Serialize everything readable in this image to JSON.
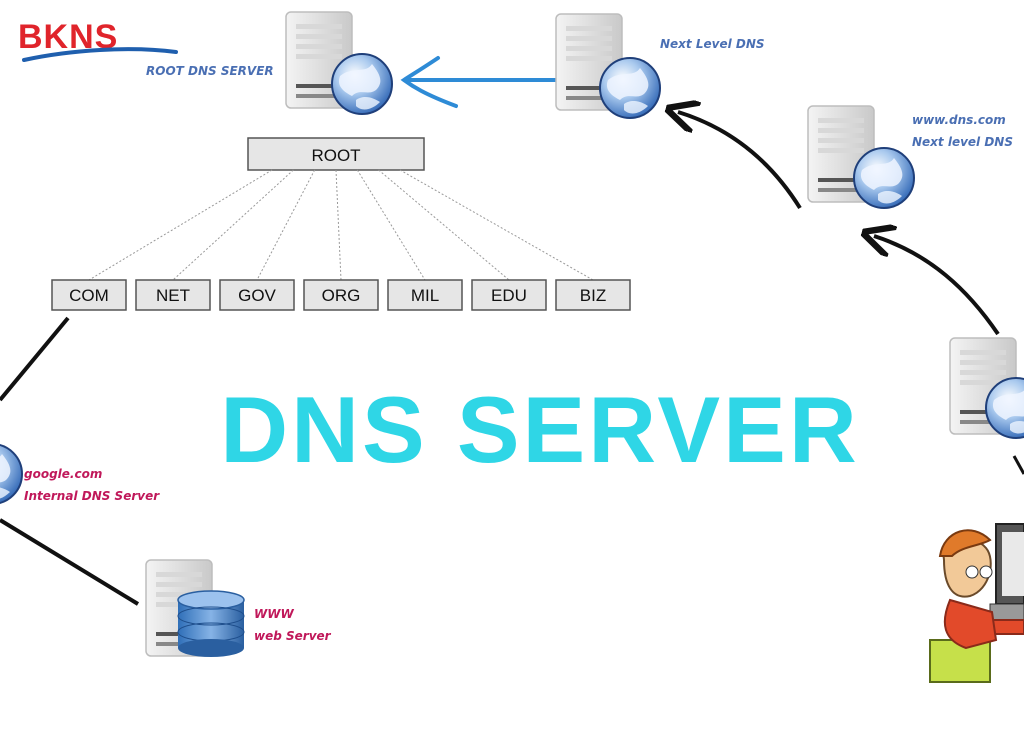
{
  "logo": {
    "text": "BKNS",
    "color": "#e0242b",
    "swoosh_color": "#1f5fae"
  },
  "title": {
    "text": "DNS SERVER",
    "color": "#2fd6e6"
  },
  "root": {
    "box_label": "ROOT",
    "server_label": "ROOT DNS SERVER"
  },
  "tlds": [
    "COM",
    "NET",
    "GOV",
    "ORG",
    "MIL",
    "EDU",
    "BIZ"
  ],
  "servers": {
    "next_level_top": {
      "line1": "Next Level DNS"
    },
    "next_level_mid": {
      "line1": "www.dns.com",
      "line2": "Next level DNS"
    },
    "internal": {
      "line1": "google.com",
      "line2": "Internal DNS Server"
    },
    "web": {
      "line1": "WWW",
      "line2": "web Server"
    }
  },
  "colors": {
    "blue_label": "#4a6fb3",
    "pink_label": "#c0185a",
    "arrow_blue": "#2e8bd6",
    "arrow_black": "#111111",
    "box_fill": "#e6e6e6",
    "box_stroke": "#555555"
  },
  "icons": [
    "server-icon",
    "globe-icon",
    "database-icon",
    "user-computer-icon"
  ]
}
